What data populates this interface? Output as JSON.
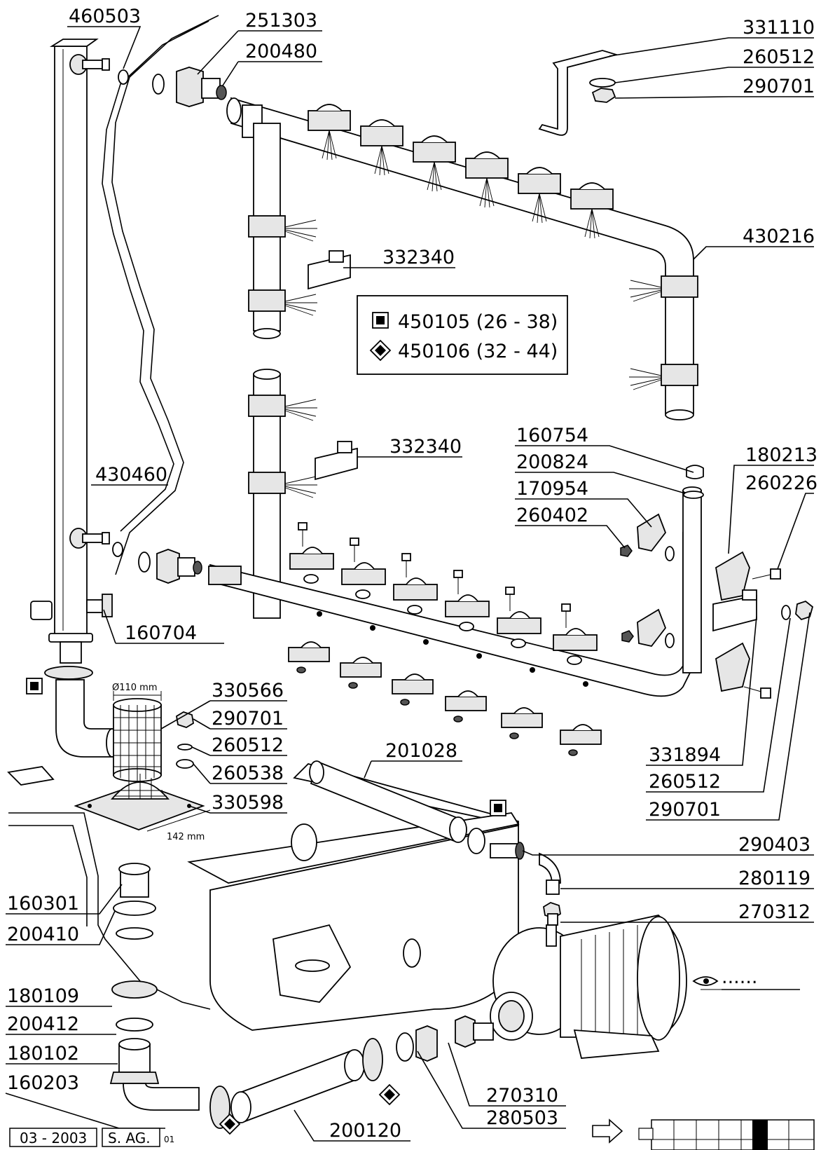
{
  "labels": {
    "l460503": "460503",
    "l251303": "251303",
    "l200480": "200480",
    "l331110": "331110",
    "l260512a": "260512",
    "l290701a": "290701",
    "l430216": "430216",
    "l332340a": "332340",
    "l332340b": "332340",
    "l430460": "430460",
    "l160754": "160754",
    "l200824": "200824",
    "l170954": "170954",
    "l260402": "260402",
    "l180213": "180213",
    "l260226": "260226",
    "l160704": "160704",
    "l330566": "330566",
    "l290701b": "290701",
    "l260512b": "260512",
    "l260538": "260538",
    "l330598": "330598",
    "l201028": "201028",
    "l331894": "331894",
    "l260512c": "260512",
    "l290701c": "290701",
    "l290403": "290403",
    "l280119": "280119",
    "l270312": "270312",
    "l160301": "160301",
    "l200410": "200410",
    "l180109": "180109",
    "l200412": "200412",
    "l180102": "180102",
    "l160203": "160203",
    "l270310": "270310",
    "l280503": "280503",
    "l200120": "200120"
  },
  "legend": {
    "square_item": "450105 (26 - 38)",
    "diamond_item": "450106 (32 - 44)"
  },
  "dimensions": {
    "diameter": "Ø110 mm",
    "width": "142 mm"
  },
  "footer": {
    "date": "03 - 2003",
    "author": "S. AG.",
    "sheet": "01"
  },
  "view_marker": "......",
  "icons": [
    "square-marker-icon",
    "diamond-marker-icon",
    "arrow-right-icon",
    "eye-icon",
    "machine-outline-icon"
  ]
}
